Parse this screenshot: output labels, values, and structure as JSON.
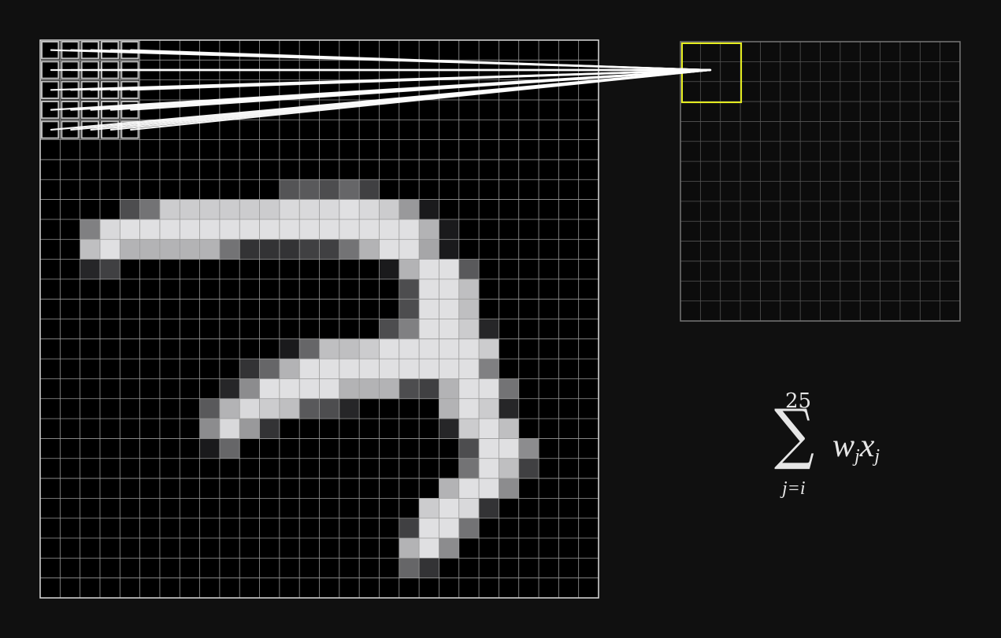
{
  "input_image": {
    "grid_size": 28,
    "pixel_intensity": [
      [
        0,
        0,
        0,
        0,
        0,
        0,
        0,
        0,
        0,
        0,
        0,
        0,
        0,
        0,
        0,
        0,
        0,
        0,
        0,
        0,
        0,
        0,
        0,
        0,
        0,
        0,
        0,
        0
      ],
      [
        0,
        0,
        0,
        0,
        0,
        0,
        0,
        0,
        0,
        0,
        0,
        0,
        0,
        0,
        0,
        0,
        0,
        0,
        0,
        0,
        0,
        0,
        0,
        0,
        0,
        0,
        0,
        0
      ],
      [
        0,
        0,
        0,
        0,
        0,
        0,
        0,
        0,
        0,
        0,
        0,
        0,
        0,
        0,
        0,
        0,
        0,
        0,
        0,
        0,
        0,
        0,
        0,
        0,
        0,
        0,
        0,
        0
      ],
      [
        0,
        0,
        0,
        0,
        0,
        0,
        0,
        0,
        0,
        0,
        0,
        0,
        0,
        0,
        0,
        0,
        0,
        0,
        0,
        0,
        0,
        0,
        0,
        0,
        0,
        0,
        0,
        0
      ],
      [
        0,
        0,
        0,
        0,
        0,
        0,
        0,
        0,
        0,
        0,
        0,
        0,
        0,
        0,
        0,
        0,
        0,
        0,
        0,
        0,
        0,
        0,
        0,
        0,
        0,
        0,
        0,
        0
      ],
      [
        0,
        0,
        0,
        0,
        0,
        0,
        0,
        0,
        0,
        0,
        0,
        0,
        0,
        0,
        0,
        0,
        0,
        0,
        0,
        0,
        0,
        0,
        0,
        0,
        0,
        0,
        0,
        0
      ],
      [
        0,
        0,
        0,
        0,
        0,
        0,
        0,
        0,
        0,
        0,
        0,
        0,
        0,
        0,
        0,
        0,
        0,
        0,
        0,
        0,
        0,
        0,
        0,
        0,
        0,
        0,
        0,
        0
      ],
      [
        0,
        0,
        0,
        0,
        0,
        0,
        0,
        0,
        0,
        0,
        0,
        0,
        0.33,
        0.35,
        0.3,
        0.4,
        0.25,
        0,
        0,
        0,
        0,
        0,
        0,
        0,
        0,
        0,
        0,
        0
      ],
      [
        0,
        0,
        0,
        0,
        0.3,
        0.45,
        0.8,
        0.8,
        0.8,
        0.8,
        0.8,
        0.8,
        0.85,
        0.85,
        0.85,
        0.88,
        0.85,
        0.8,
        0.6,
        0.1,
        0,
        0,
        0,
        0,
        0,
        0,
        0,
        0
      ],
      [
        0,
        0,
        0.5,
        0.85,
        0.88,
        0.88,
        0.88,
        0.88,
        0.88,
        0.88,
        0.88,
        0.88,
        0.88,
        0.88,
        0.88,
        0.88,
        0.88,
        0.88,
        0.88,
        0.7,
        0.1,
        0,
        0,
        0,
        0,
        0,
        0,
        0
      ],
      [
        0,
        0,
        0.75,
        0.88,
        0.7,
        0.7,
        0.7,
        0.7,
        0.7,
        0.45,
        0.2,
        0.2,
        0.2,
        0.25,
        0.25,
        0.45,
        0.7,
        0.88,
        0.88,
        0.65,
        0.1,
        0,
        0,
        0,
        0,
        0,
        0,
        0
      ],
      [
        0,
        0,
        0.15,
        0.25,
        0,
        0,
        0,
        0,
        0,
        0,
        0,
        0,
        0,
        0,
        0,
        0,
        0,
        0.1,
        0.7,
        0.88,
        0.88,
        0.35,
        0,
        0,
        0,
        0,
        0,
        0
      ],
      [
        0,
        0,
        0,
        0,
        0,
        0,
        0,
        0,
        0,
        0,
        0,
        0,
        0,
        0,
        0,
        0,
        0,
        0,
        0.3,
        0.88,
        0.88,
        0.75,
        0,
        0,
        0,
        0,
        0,
        0
      ],
      [
        0,
        0,
        0,
        0,
        0,
        0,
        0,
        0,
        0,
        0,
        0,
        0,
        0,
        0,
        0,
        0,
        0,
        0,
        0.3,
        0.88,
        0.88,
        0.75,
        0,
        0,
        0,
        0,
        0,
        0
      ],
      [
        0,
        0,
        0,
        0,
        0,
        0,
        0,
        0,
        0,
        0,
        0,
        0,
        0,
        0,
        0,
        0,
        0,
        0.3,
        0.5,
        0.88,
        0.88,
        0.8,
        0.15,
        0,
        0,
        0,
        0,
        0
      ],
      [
        0,
        0,
        0,
        0,
        0,
        0,
        0,
        0,
        0,
        0,
        0,
        0,
        0.1,
        0.4,
        0.75,
        0.75,
        0.8,
        0.88,
        0.88,
        0.88,
        0.88,
        0.88,
        0.8,
        0,
        0,
        0,
        0,
        0
      ],
      [
        0,
        0,
        0,
        0,
        0,
        0,
        0,
        0,
        0,
        0,
        0.2,
        0.4,
        0.7,
        0.88,
        0.88,
        0.88,
        0.88,
        0.88,
        0.88,
        0.88,
        0.88,
        0.88,
        0.5,
        0,
        0,
        0,
        0,
        0
      ],
      [
        0,
        0,
        0,
        0,
        0,
        0,
        0,
        0,
        0,
        0.15,
        0.55,
        0.88,
        0.88,
        0.88,
        0.88,
        0.7,
        0.7,
        0.7,
        0.3,
        0.25,
        0.7,
        0.88,
        0.88,
        0.45,
        0,
        0,
        0,
        0
      ],
      [
        0,
        0,
        0,
        0,
        0,
        0,
        0,
        0,
        0.35,
        0.7,
        0.85,
        0.8,
        0.75,
        0.35,
        0.3,
        0.15,
        0,
        0,
        0,
        0,
        0.7,
        0.88,
        0.8,
        0.15,
        0,
        0,
        0,
        0
      ],
      [
        0,
        0,
        0,
        0,
        0,
        0,
        0,
        0,
        0.55,
        0.85,
        0.6,
        0.2,
        0,
        0,
        0,
        0,
        0,
        0,
        0,
        0,
        0.15,
        0.8,
        0.88,
        0.75,
        0,
        0,
        0,
        0
      ],
      [
        0,
        0,
        0,
        0,
        0,
        0,
        0,
        0,
        0.1,
        0.4,
        0,
        0,
        0,
        0,
        0,
        0,
        0,
        0,
        0,
        0,
        0,
        0.3,
        0.88,
        0.88,
        0.55,
        0,
        0,
        0
      ],
      [
        0,
        0,
        0,
        0,
        0,
        0,
        0,
        0,
        0,
        0,
        0,
        0,
        0,
        0,
        0,
        0,
        0,
        0,
        0,
        0,
        0,
        0.45,
        0.88,
        0.75,
        0.25,
        0,
        0,
        0
      ],
      [
        0,
        0,
        0,
        0,
        0,
        0,
        0,
        0,
        0,
        0,
        0,
        0,
        0,
        0,
        0,
        0,
        0,
        0,
        0,
        0,
        0.7,
        0.88,
        0.88,
        0.55,
        0,
        0,
        0,
        0
      ],
      [
        0,
        0,
        0,
        0,
        0,
        0,
        0,
        0,
        0,
        0,
        0,
        0,
        0,
        0,
        0,
        0,
        0,
        0,
        0,
        0.8,
        0.88,
        0.85,
        0.2,
        0,
        0,
        0,
        0,
        0
      ],
      [
        0,
        0,
        0,
        0,
        0,
        0,
        0,
        0,
        0,
        0,
        0,
        0,
        0,
        0,
        0,
        0,
        0,
        0,
        0.25,
        0.88,
        0.88,
        0.45,
        0,
        0,
        0,
        0,
        0,
        0
      ],
      [
        0,
        0,
        0,
        0,
        0,
        0,
        0,
        0,
        0,
        0,
        0,
        0,
        0,
        0,
        0,
        0,
        0,
        0,
        0.7,
        0.88,
        0.55,
        0,
        0,
        0,
        0,
        0,
        0,
        0
      ],
      [
        0,
        0,
        0,
        0,
        0,
        0,
        0,
        0,
        0,
        0,
        0,
        0,
        0,
        0,
        0,
        0,
        0,
        0,
        0.4,
        0.2,
        0,
        0,
        0,
        0,
        0,
        0,
        0,
        0
      ],
      [
        0,
        0,
        0,
        0,
        0,
        0,
        0,
        0,
        0,
        0,
        0,
        0,
        0,
        0,
        0,
        0,
        0,
        0,
        0,
        0,
        0,
        0,
        0,
        0,
        0,
        0,
        0,
        0
      ]
    ]
  },
  "receptive_field": {
    "size": 5,
    "position": [
      0,
      0
    ]
  },
  "feature_map": {
    "grid_size": 14,
    "highlight_size": 3,
    "highlight_color": "#e8f020"
  },
  "formula": {
    "upper_limit": "25",
    "lower_limit": "j=i",
    "term": "w",
    "term_sub": "j",
    "term2": "x",
    "term2_sub": "j"
  },
  "colors": {
    "background": "#101010",
    "grid_line": "#8a8a8a",
    "connection_line": "#ffffff"
  }
}
